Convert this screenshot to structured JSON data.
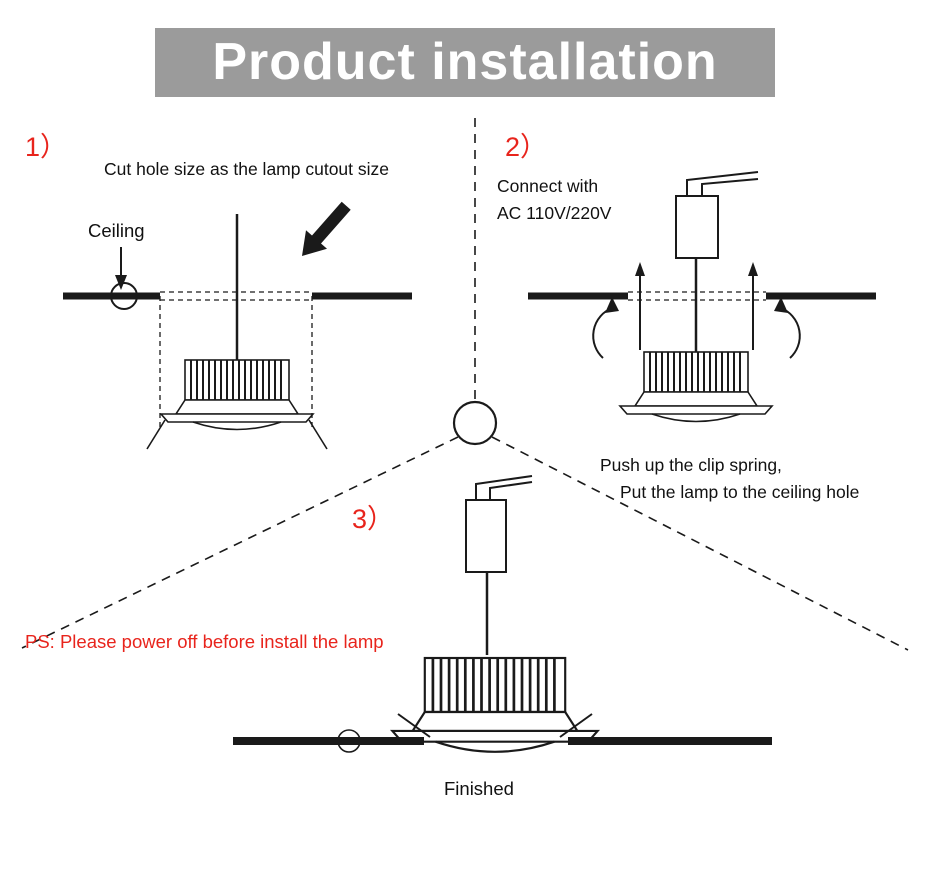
{
  "header": {
    "title": "Product installation"
  },
  "step1": {
    "number": "1）",
    "instruction": "Cut hole size as the lamp cutout size",
    "ceiling_label": "Ceiling"
  },
  "step2": {
    "number": "2）",
    "connect_line1": "Connect with",
    "connect_line2": "AC 110V/220V",
    "note_line1": "Push up the clip spring,",
    "note_line2": "Put the lamp to the ceiling hole"
  },
  "step3": {
    "number": "3）",
    "warning": "PS: Please power off before install the lamp",
    "finished_label": "Finished"
  },
  "colors": {
    "accent_red": "#e8241c",
    "banner_gray": "#9b9b9b",
    "line_black": "#1a1a1a",
    "background": "#ffffff"
  }
}
